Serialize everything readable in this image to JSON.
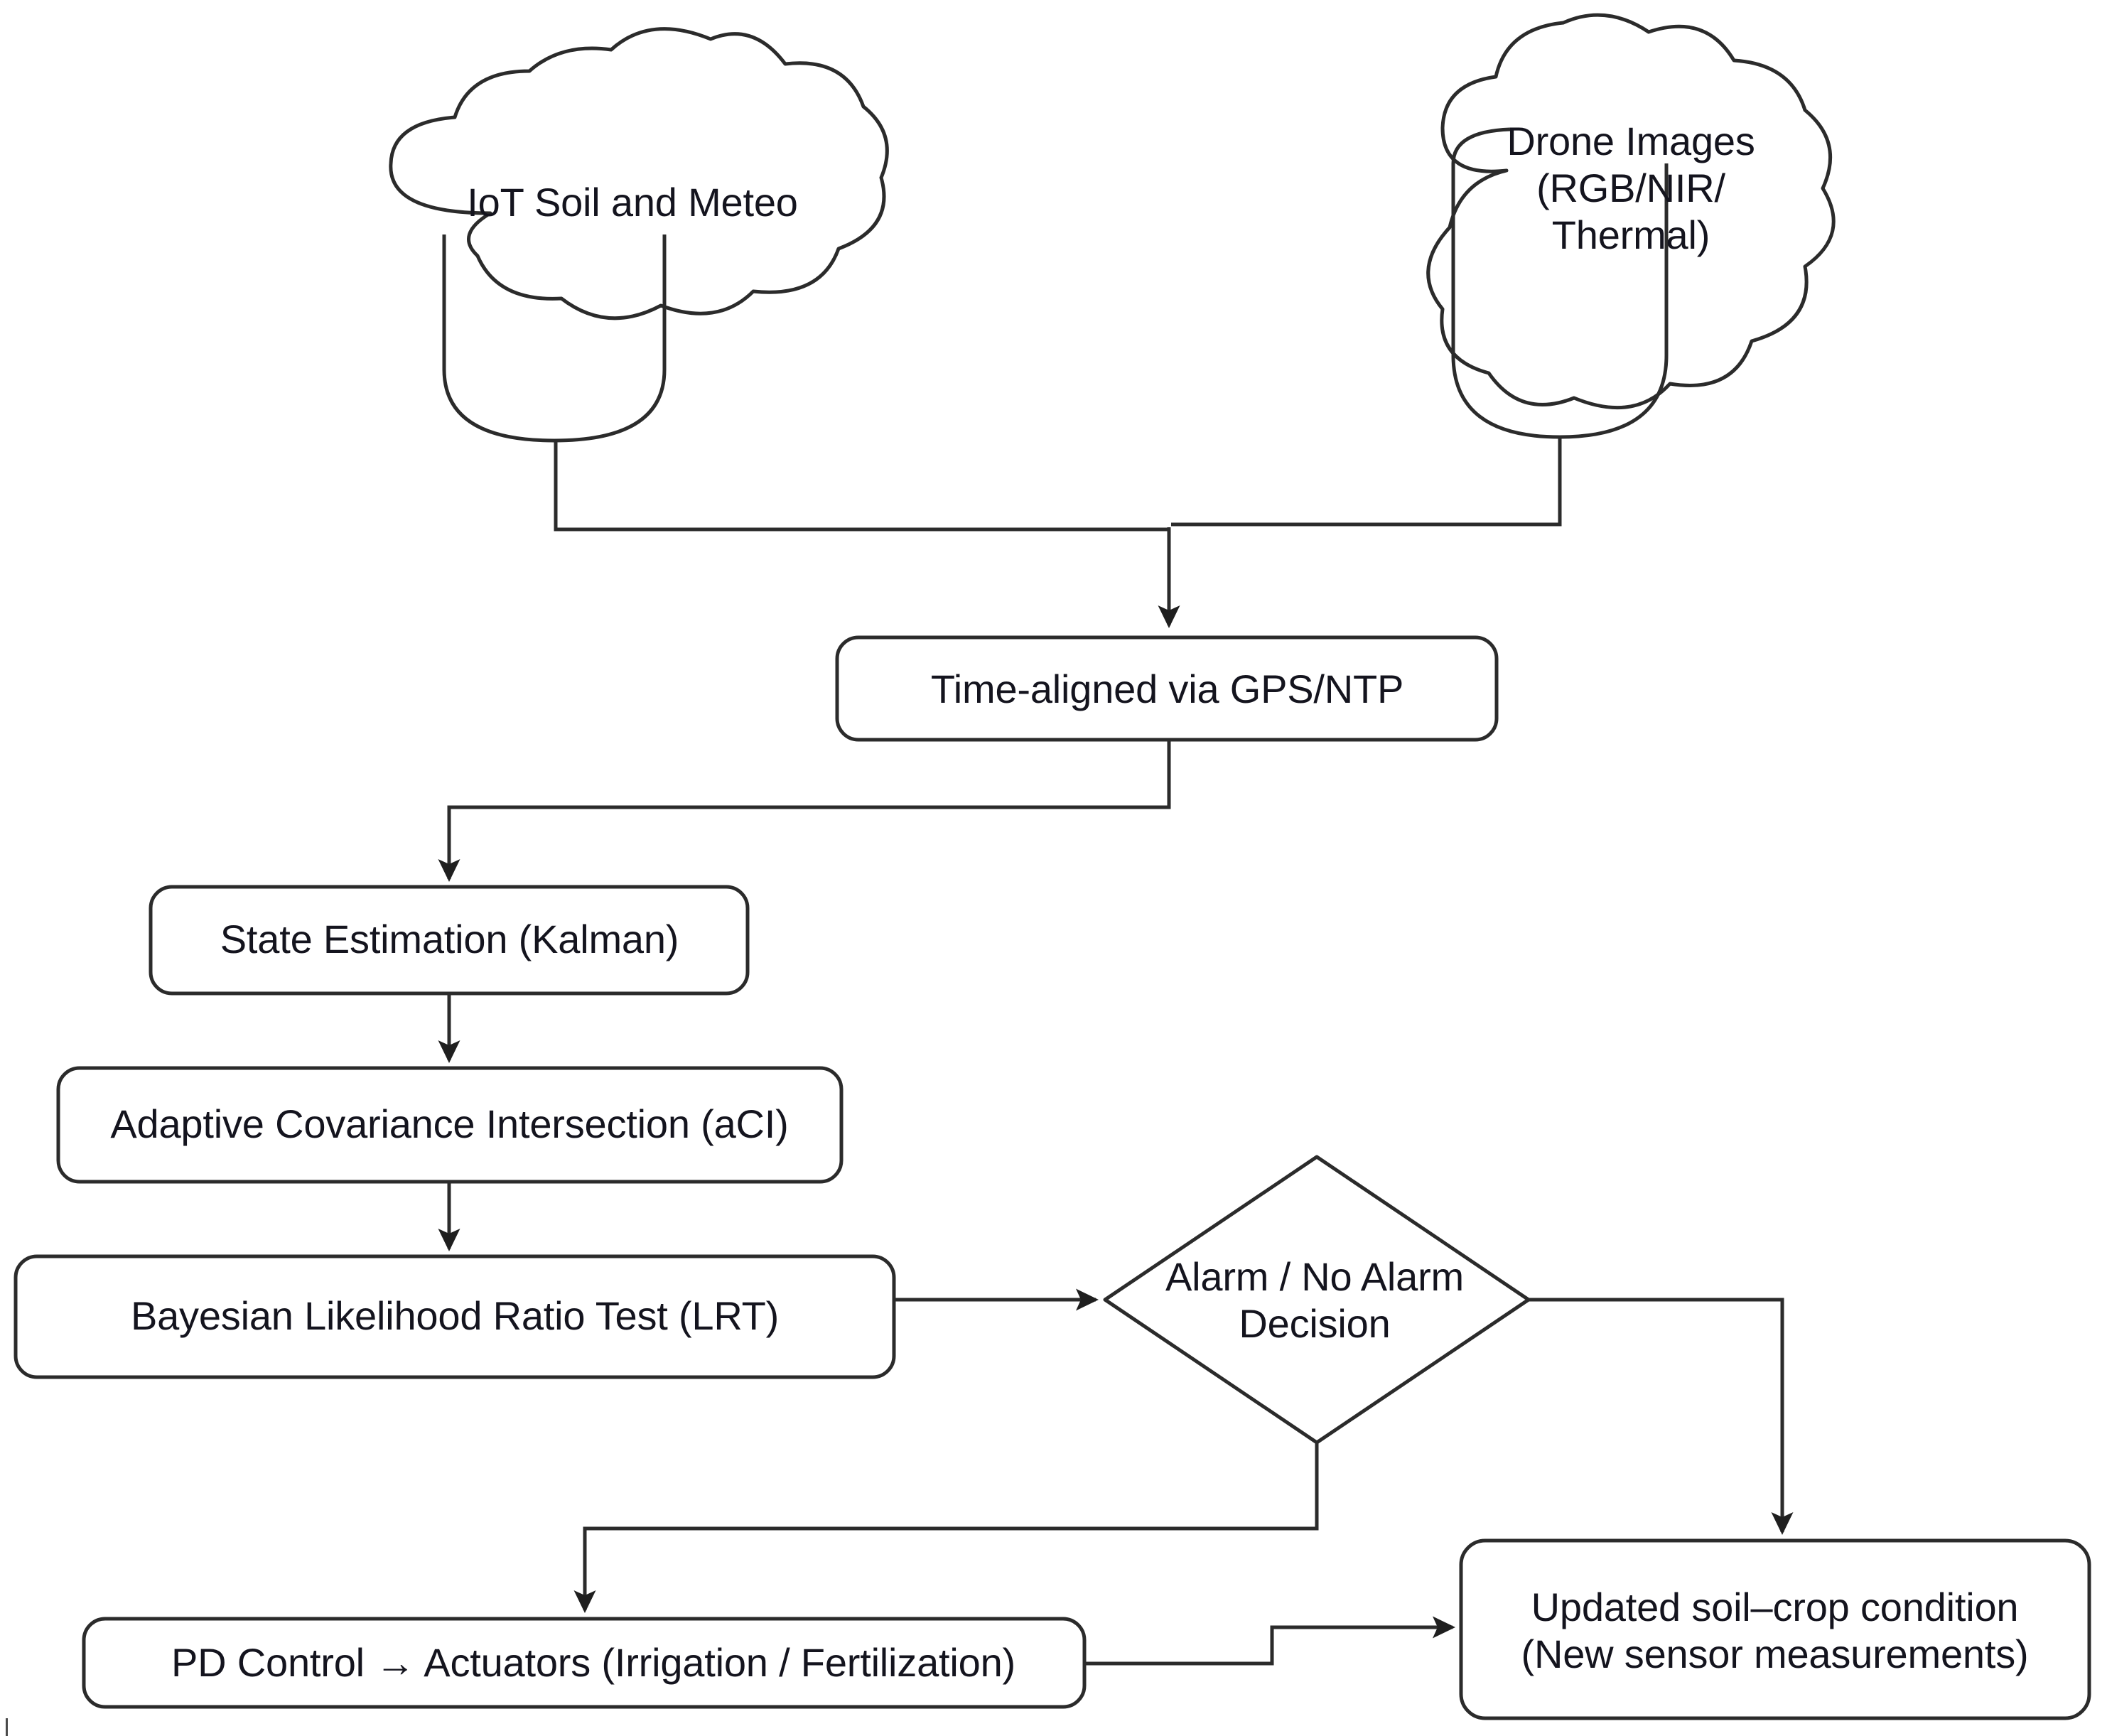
{
  "diagram": {
    "title": "Sensor fusion and control flowchart",
    "stroke_color": "#2b2b2b",
    "text_color": "#14141e",
    "background": "#ffffff",
    "nodes": [
      {
        "id": "iot_source",
        "shape": "cloud-cylinder",
        "label": "IoT Soil and Meteo"
      },
      {
        "id": "drone_source",
        "shape": "cloud-cylinder",
        "label": "Drone Images\n(RGB/NIR/\nThermal)"
      },
      {
        "id": "time_align",
        "shape": "rounded-rect",
        "label": "Time-aligned via GPS/NTP"
      },
      {
        "id": "state_est",
        "shape": "rounded-rect",
        "label": "State Estimation (Kalman)"
      },
      {
        "id": "aci",
        "shape": "rounded-rect",
        "label": "Adaptive Covariance Intersection (aCI)"
      },
      {
        "id": "lrt",
        "shape": "rounded-rect",
        "label": "Bayesian Likelihood Ratio Test (LRT)"
      },
      {
        "id": "decision",
        "shape": "diamond",
        "label": "Alarm / No Alarm\nDecision"
      },
      {
        "id": "pd_control",
        "shape": "rounded-rect",
        "label": "PD Control → Actuators (Irrigation / Fertilization)"
      },
      {
        "id": "updated",
        "shape": "rounded-rect",
        "label": "Updated soil–crop condition\n(New sensor measurements)"
      }
    ],
    "edges": [
      {
        "id": "e1",
        "from": "iot_source",
        "to": "time_align",
        "arrow": true
      },
      {
        "id": "e2",
        "from": "drone_source",
        "to": "time_align",
        "arrow": true
      },
      {
        "id": "e3",
        "from": "time_align",
        "to": "state_est",
        "arrow": true
      },
      {
        "id": "e4",
        "from": "state_est",
        "to": "aci",
        "arrow": true
      },
      {
        "id": "e5",
        "from": "aci",
        "to": "lrt",
        "arrow": true
      },
      {
        "id": "e6",
        "from": "lrt",
        "to": "decision",
        "arrow": true
      },
      {
        "id": "e7",
        "from": "decision",
        "to": "pd_control",
        "arrow": true
      },
      {
        "id": "e8",
        "from": "decision",
        "to": "updated",
        "arrow": true
      },
      {
        "id": "e9",
        "from": "pd_control",
        "to": "updated",
        "arrow": true
      }
    ]
  }
}
